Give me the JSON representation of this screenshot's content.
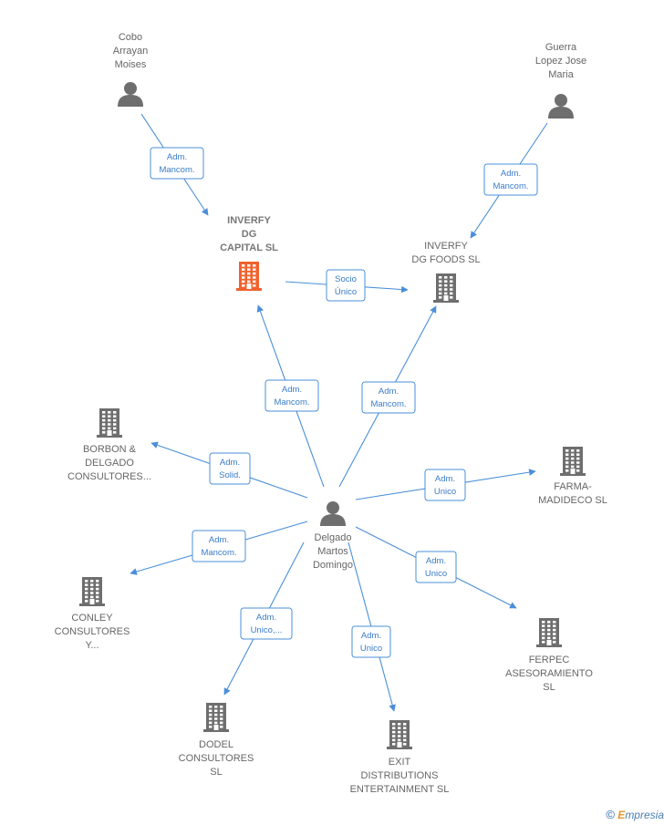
{
  "colors": {
    "edge": "#4a8fd8",
    "person": "#6e6e6e",
    "company": "#6e6e6e",
    "company_highlight": "#f0622e"
  },
  "nodes": {
    "cobo": {
      "label": [
        "Cobo",
        "Arrayan",
        "Moises"
      ],
      "type": "person"
    },
    "guerra": {
      "label": [
        "Guerra",
        "Lopez Jose",
        "Maria"
      ],
      "type": "person"
    },
    "inverfy_capital": {
      "label": [
        "INVERFY",
        "DG",
        "CAPITAL  SL"
      ],
      "type": "company-highlight"
    },
    "inverfy_foods": {
      "label": [
        "INVERFY",
        "DG FOODS  SL"
      ],
      "type": "company"
    },
    "borbon": {
      "label": [
        "BORBON &",
        "DELGADO",
        "CONSULTORES..."
      ],
      "type": "company"
    },
    "farma": {
      "label": [
        "FARMA-",
        "MADIDECO SL"
      ],
      "type": "company"
    },
    "delgado": {
      "label": [
        "Delgado",
        "Martos",
        "Domingo"
      ],
      "type": "person"
    },
    "conley": {
      "label": [
        "CONLEY",
        "CONSULTORES",
        "Y..."
      ],
      "type": "company"
    },
    "ferpec": {
      "label": [
        "FERPEC",
        "ASESORAMIENTO",
        "SL"
      ],
      "type": "company"
    },
    "dodel": {
      "label": [
        "DODEL",
        "CONSULTORES",
        "SL"
      ],
      "type": "company"
    },
    "exit": {
      "label": [
        "EXIT",
        "DISTRIBUTIONS",
        "ENTERTAINMENT SL"
      ],
      "type": "company"
    }
  },
  "edges": [
    {
      "from": "cobo",
      "to": "inverfy_capital",
      "label": [
        "Adm.",
        "Mancom."
      ]
    },
    {
      "from": "guerra",
      "to": "inverfy_foods",
      "label": [
        "Adm.",
        "Mancom."
      ]
    },
    {
      "from": "inverfy_capital",
      "to": "inverfy_foods",
      "label": [
        "Socio",
        "Único"
      ]
    },
    {
      "from": "delgado",
      "to": "inverfy_capital",
      "label": [
        "Adm.",
        "Mancom."
      ]
    },
    {
      "from": "delgado",
      "to": "inverfy_foods",
      "label": [
        "Adm.",
        "Mancom."
      ]
    },
    {
      "from": "delgado",
      "to": "borbon",
      "label": [
        "Adm.",
        "Solid."
      ]
    },
    {
      "from": "delgado",
      "to": "farma",
      "label": [
        "Adm.",
        "Unico"
      ]
    },
    {
      "from": "delgado",
      "to": "conley",
      "label": [
        "Adm.",
        "Mancom."
      ]
    },
    {
      "from": "delgado",
      "to": "ferpec",
      "label": [
        "Adm.",
        "Unico"
      ]
    },
    {
      "from": "delgado",
      "to": "dodel",
      "label": [
        "Adm.",
        "Unico,..."
      ]
    },
    {
      "from": "delgado",
      "to": "exit",
      "label": [
        "Adm.",
        "Unico"
      ]
    }
  ],
  "footer": {
    "copyright": "©",
    "brand_initial": "E",
    "brand_rest": "mpresia"
  }
}
